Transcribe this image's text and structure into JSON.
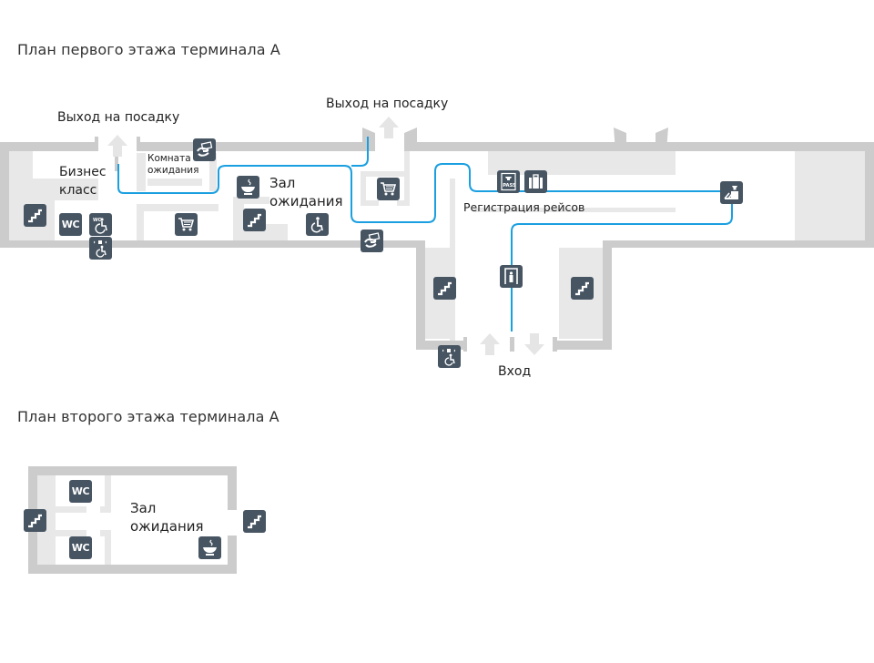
{
  "floor1": {
    "title": "План первого этажа терминала А",
    "labels": {
      "gate_left": "Выход на посадку",
      "gate_center": "Выход на посадку",
      "business_line1": "Бизнес",
      "business_line2": "класс",
      "lounge_small_line1": "Комната",
      "lounge_small_line2": "ожидания",
      "waiting_hall_line1": "Зал",
      "waiting_hall_line2": "ожидания",
      "checkin": "Регистрация рейсов",
      "entrance": "Вход"
    },
    "icons": [
      "stairs-icon",
      "wc-icon",
      "wc-accessible-icon",
      "accessible-call-icon",
      "cart-icon",
      "cafe-icon",
      "stairs-icon",
      "accessible-icon",
      "payment-icon",
      "payment-icon",
      "cart-icon",
      "passport-control-icon",
      "baggage-icon",
      "security-officer-icon",
      "metal-detector-icon",
      "stairs-icon",
      "stairs-icon",
      "accessible-call-icon"
    ],
    "wc_text": "WC",
    "pass_text": "PASS"
  },
  "floor2": {
    "title": "План второго этажа терминала А",
    "labels": {
      "waiting_hall_line1": "Зал",
      "waiting_hall_line2": "ожидания"
    },
    "wc_text": "WC"
  },
  "colors": {
    "wall": "#cccccc",
    "room_fill": "#e8e8e8",
    "route": "#1a9fe0",
    "icon_bg": "#475563",
    "arrow": "#e5e5e5"
  }
}
